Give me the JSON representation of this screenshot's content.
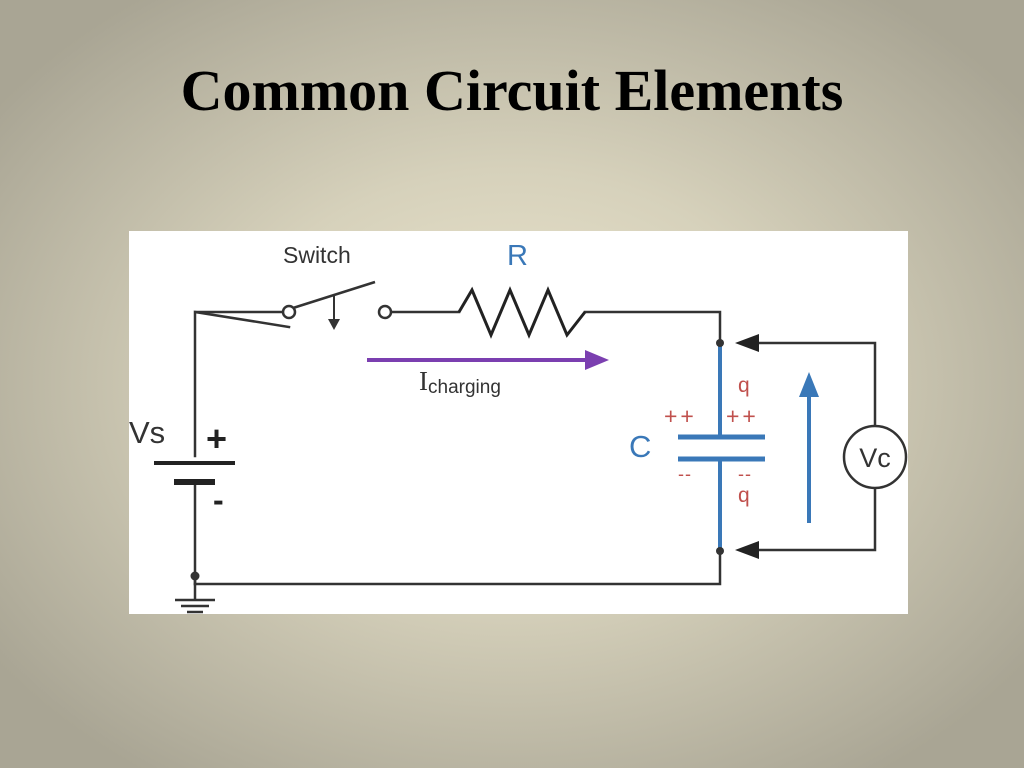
{
  "slide": {
    "title": "Common Circuit Elements"
  },
  "circuit": {
    "labels": {
      "switch": "Switch",
      "resistor": "R",
      "current_main": "I",
      "current_sub": "charging",
      "source": "Vs",
      "plus": "+",
      "minus": "-",
      "capacitor": "C",
      "charge_top": "q",
      "charge_bottom": "q",
      "plus_left": "++",
      "plus_right": "++",
      "minus_left": "--",
      "minus_right": "--",
      "voltmeter": "Vc"
    },
    "colors": {
      "wire": "#333333",
      "resistor": "#222222",
      "capacitor": "#3a78b8",
      "current_arrow": "#7b3fb0",
      "charge": "#c0504d",
      "label_blue": "#3a78b8",
      "label_dark": "#333333"
    }
  }
}
